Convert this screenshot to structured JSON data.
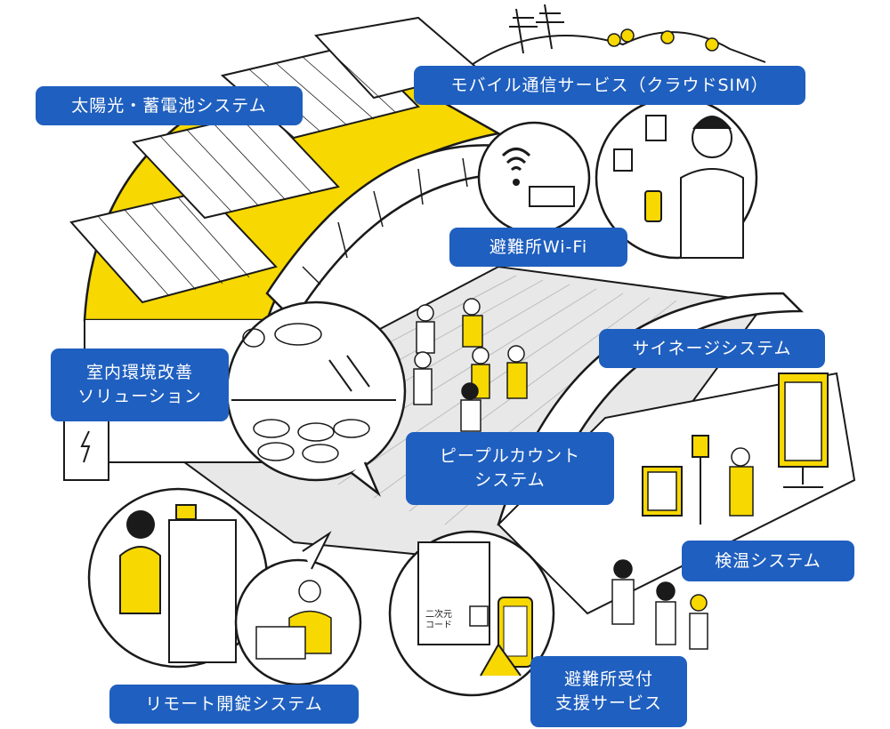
{
  "labels": {
    "solar": "太陽光・蓄電池システム",
    "mobile": "モバイル通信サービス（クラウドSIM）",
    "wifi": "避難所Wi-Fi",
    "signage": "サイネージシステム",
    "indoor": "室内環境改善\nソリューション",
    "people": "ピープルカウント\nシステム",
    "temperature": "検温システム",
    "remote": "リモート開錠システム",
    "shelter": "避難所受付\n支援サービス"
  },
  "illustration_text": {
    "qr_code": "二次元\nコード"
  },
  "colors": {
    "label_bg": "#1f5fbf",
    "label_text": "#ffffff",
    "accent_yellow": "#f7d800",
    "line": "#1a1a1a",
    "floor": "#e6e6e6"
  }
}
